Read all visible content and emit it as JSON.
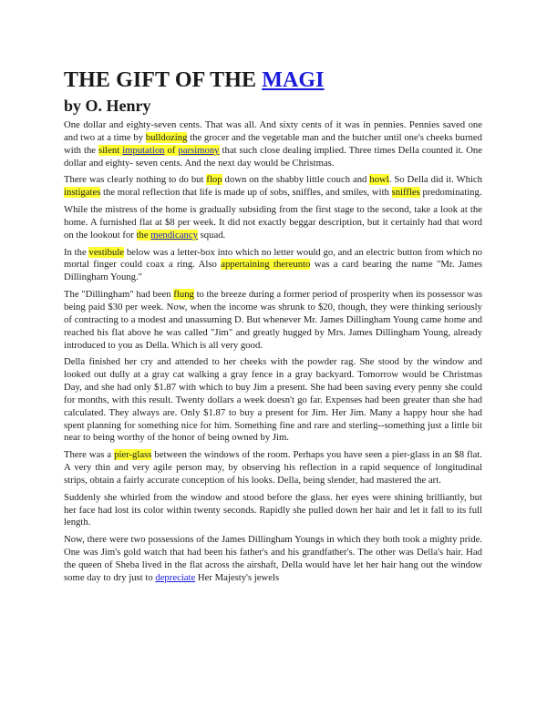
{
  "title": {
    "prefix": "THE GIFT OF THE ",
    "link": "MAGI"
  },
  "author": "by O. Henry",
  "paragraphs": [
    [
      {
        "t": "One dollar and eighty-seven cents. That was all. And sixty cents of it was in pennies. Pennies saved one and two at a time by "
      },
      {
        "t": "bulldozing",
        "hl": true
      },
      {
        "t": " the grocer and the vegetable man and the butcher until one's cheeks burned with the "
      },
      {
        "t": "silent ",
        "hl": true
      },
      {
        "t": "imputation",
        "hl": true,
        "link": true
      },
      {
        "t": " of ",
        "hl": true
      },
      {
        "t": "parsimony",
        "hl": true,
        "link": true
      },
      {
        "t": " that such close dealing implied. Three times Della counted it. One dollar and eighty- seven cents. And the next day would be Christmas."
      }
    ],
    [
      {
        "t": "There was clearly nothing to do but "
      },
      {
        "t": "flop",
        "hl": true
      },
      {
        "t": " down on the shabby little couch and "
      },
      {
        "t": "howl",
        "hl": true
      },
      {
        "t": ". So Della did it. Which "
      },
      {
        "t": "instigates",
        "hl": true
      },
      {
        "t": " the moral reflection that life is made up of sobs, sniffles, and smiles, with "
      },
      {
        "t": "sniffles",
        "hl": true
      },
      {
        "t": " predominating."
      }
    ],
    [
      {
        "t": "While the mistress of the home is gradually subsiding from the first stage to the second, take a look at the home. A furnished flat at $8 per week. It did not exactly beggar description, but it certainly had that word on the lookout for "
      },
      {
        "t": "the ",
        "hl": true
      },
      {
        "t": "mendicancy",
        "hl": true,
        "link": true
      },
      {
        "t": " squad."
      }
    ],
    [
      {
        "t": "In the "
      },
      {
        "t": "vestibule",
        "hl": true
      },
      {
        "t": " below was a letter-box into which no letter would go, and an electric button from which no mortal finger could coax a ring. Also "
      },
      {
        "t": "appertaining thereunto",
        "hl": true
      },
      {
        "t": " was a card bearing the name \"Mr. James Dillingham Young.\""
      }
    ],
    [
      {
        "t": "The \"Dillingham\" had been "
      },
      {
        "t": "flung",
        "hl": true
      },
      {
        "t": " to the breeze during a former period of prosperity when its possessor was being paid $30 per week. Now, when the income was shrunk to $20, though, they were thinking seriously of contracting to a modest and unassuming D. But whenever Mr. James Dillingham Young came home and reached his flat above he was called \"Jim\" and greatly hugged by Mrs. James Dillingham Young, already introduced to you as Della. Which is all very good."
      }
    ],
    [
      {
        "t": "Della finished her cry and attended to her cheeks with the powder rag. She stood by the window and looked out dully at a gray cat walking a gray fence in a gray backyard. Tomorrow would be Christmas Day, and she had only $1.87 with which to buy Jim a present. She had been saving every penny she could for months, with this result. Twenty dollars a week doesn't go far. Expenses had been greater than she had calculated. They always are. Only $1.87 to buy a present for Jim. Her Jim. Many a happy hour she had spent planning for something nice for him. Something fine and rare and sterling--something just a little bit near to being worthy of the honor of being owned by Jim."
      }
    ],
    [
      {
        "t": "There was a "
      },
      {
        "t": "pier-glass",
        "hl": true
      },
      {
        "t": " between the windows of the room. Perhaps you have seen a pier-glass in an $8 flat. A very thin and very agile person may, by observing his reflection in a rapid sequence of longitudinal strips, obtain a fairly accurate conception of his looks. Della, being slender, had mastered the art."
      }
    ],
    [
      {
        "t": "Suddenly she whirled from the window and stood before the glass. her eyes were shining brilliantly, but her face had lost its color within twenty seconds. Rapidly she pulled down her hair and let it fall to its full length."
      }
    ],
    [
      {
        "t": "Now, there were two possessions of the James Dillingham Youngs in which they both took a mighty pride. One was Jim's gold watch that had been his father's and his grandfather's. The other was Della's hair. Had the queen of Sheba lived in the flat across the airshaft, Della would have let her hair hang out the window some day to dry just to "
      },
      {
        "t": "depreciate",
        "link": true
      },
      {
        "t": " Her Majesty's jewels"
      }
    ]
  ],
  "colors": {
    "highlight": "#ffff33",
    "link": "#1a1adb",
    "text": "#1a1a1a"
  }
}
